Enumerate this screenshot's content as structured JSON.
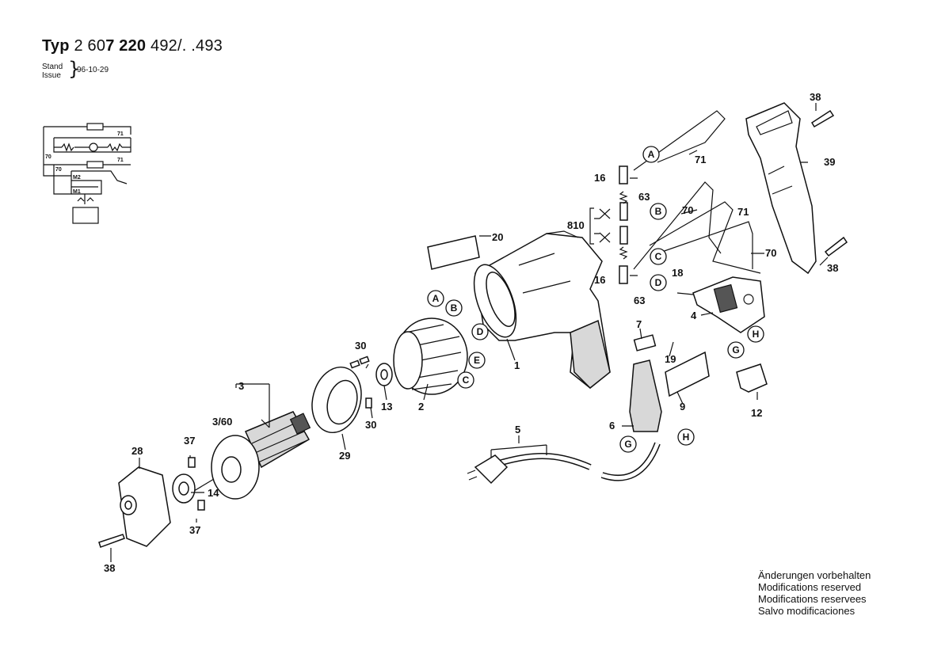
{
  "header": {
    "typ_prefix": "Typ",
    "num_a": "2 60",
    "num_b": "7 220",
    "num_c": "492/. .493",
    "stand_label": "Stand",
    "issue_label": "Issue",
    "date": "96-10-29"
  },
  "modifications": [
    "Änderungen vorbehalten",
    "Modifications reserved",
    "Modifications reservees",
    "Salvo modificaciones"
  ],
  "wiring": {
    "w71a": "71",
    "w71b": "71",
    "w70a": "70",
    "w70b": "70",
    "m2": "M2",
    "m1": "M1"
  },
  "parts": {
    "p1": "1",
    "p2": "2",
    "p3": "3",
    "p3_60": "3/60",
    "p4": "4",
    "p5": "5",
    "p6": "6",
    "p7": "7",
    "p9": "9",
    "p12": "12",
    "p13": "13",
    "p14": "14",
    "p16a": "16",
    "p16b": "16",
    "p18": "18",
    "p19": "19",
    "p20": "20",
    "p28": "28",
    "p29": "29",
    "p30a": "30",
    "p30b": "30",
    "p37a": "37",
    "p37b": "37",
    "p38a": "38",
    "p38b": "38",
    "p38c": "38",
    "p39": "39",
    "p63a": "63",
    "p63b": "63",
    "p70a": "70",
    "p70b": "70",
    "p71a": "71",
    "p71b": "71",
    "p810": "810"
  },
  "circles": {
    "A1": "A",
    "B1": "B",
    "C1": "C",
    "D1": "D",
    "E1": "E",
    "A2": "A",
    "B2": "B",
    "C2": "C",
    "D2": "D",
    "G1": "G",
    "H1": "H",
    "G2": "G",
    "H2": "H"
  }
}
